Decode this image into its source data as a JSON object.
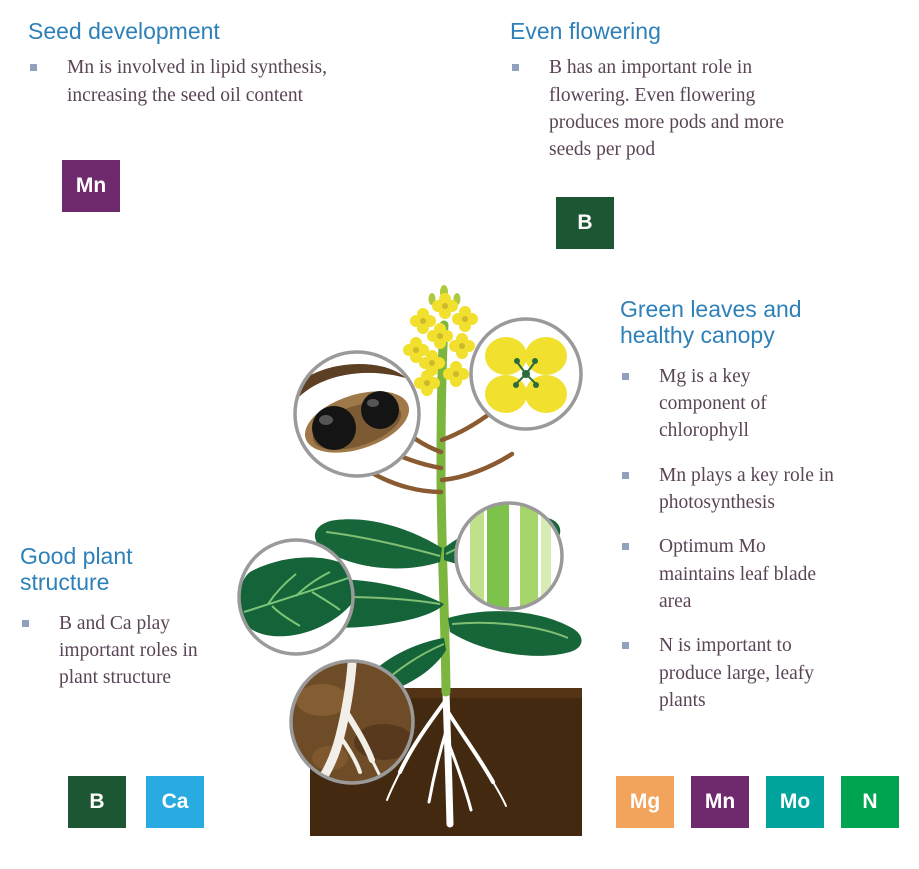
{
  "colors": {
    "heading": "#2e80b9",
    "body": "#5a4557",
    "bullet": "#8fa1bd"
  },
  "sections": {
    "seed_development": {
      "title": "Seed development",
      "bullets": [
        "Mn is involved in lipid synthesis,\nincreasing the seed oil content"
      ],
      "tiles": [
        {
          "label": "Mn",
          "color": "#6e2a6d"
        }
      ]
    },
    "even_flowering": {
      "title": "Even flowering",
      "bullets": [
        "B has an important role in\nflowering. Even flowering\nproduces more pods and more\nseeds per pod"
      ],
      "tiles": [
        {
          "label": "B",
          "color": "#1d5632"
        }
      ]
    },
    "green_leaves_healthy_canopy": {
      "title": "Green leaves and\nhealthy canopy",
      "bullets": [
        "Mg is a key\ncomponent of\nchlorophyll",
        "Mn plays a key role in\nphotosynthesis",
        "Optimum Mo\nmaintains leaf blade\narea",
        "N is important to\nproduce large, leafy\nplants"
      ],
      "tiles": [
        {
          "label": "Mg",
          "color": "#f2a45c"
        },
        {
          "label": "Mn",
          "color": "#6e2a6d"
        },
        {
          "label": "Mo",
          "color": "#00a49d"
        },
        {
          "label": "N",
          "color": "#00a34f"
        }
      ]
    },
    "good_plant_structure": {
      "title": "Good plant\nstructure",
      "bullets": [
        "B and Ca play\nimportant roles in\nplant structure"
      ],
      "tiles": [
        {
          "label": "B",
          "color": "#1d5632"
        },
        {
          "label": "Ca",
          "color": "#29abe2"
        }
      ]
    }
  },
  "illustration": {
    "subject": "oilseed rape plant",
    "callouts": [
      "seed-pod-magnifier",
      "flower-magnifier",
      "stem-magnifier",
      "leaf-magnifier",
      "soil-root-magnifier"
    ]
  }
}
